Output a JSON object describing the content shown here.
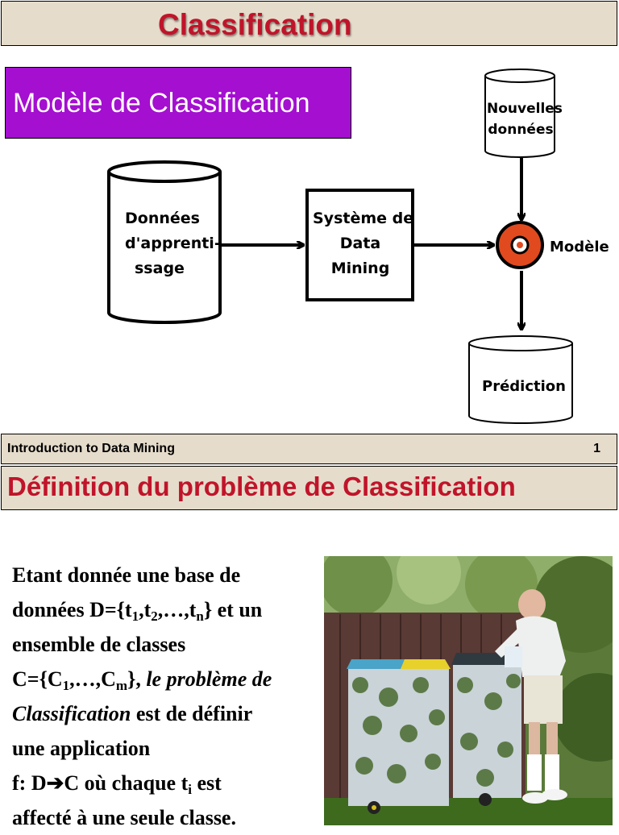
{
  "slide1": {
    "title": "Classification",
    "model_box_label": "Modèle de Classification",
    "diagram": {
      "training_data": [
        "Données",
        "d'apprenti-",
        "ssage"
      ],
      "system": [
        "Système de",
        "Data",
        "Mining"
      ],
      "new_data": [
        "Nouvelles",
        "données"
      ],
      "model": "Modèle",
      "prediction": "Prédiction"
    },
    "footer": {
      "left": "Introduction to Data Mining",
      "page": "1"
    }
  },
  "slide2": {
    "title": "Définition du problème de Classification",
    "definition": {
      "p1": "Etant donnée une base de",
      "p2a": "données D={t",
      "s1": "1",
      "p2b": ",t",
      "s2": "2",
      "p2c": ",…,t",
      "sn": "n",
      "p2d": "} et un",
      "p3": "ensemble de classes",
      "p4a": "C={C",
      "sc1": "1",
      "p4b": ",…,C",
      "scm": "m",
      "p4c": "},",
      "p4it": "le problème de",
      "p5it": "Classification",
      "p5b": "est de définir",
      "p6": "une application",
      "p7a": "f: D➔C où chaque t",
      "si": "i",
      "p7b": "est",
      "p8": "affecté à une seule classe."
    }
  },
  "colors": {
    "title_red": "#c0142a",
    "bar_beige": "#e6dccb",
    "purple": "#a40fd0",
    "model_orange": "#e04a1e"
  }
}
